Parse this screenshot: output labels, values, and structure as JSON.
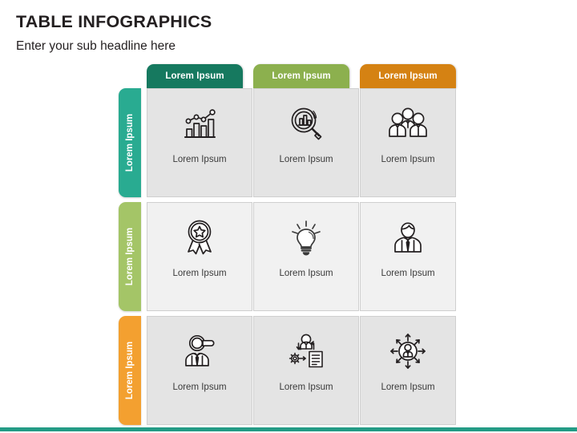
{
  "slide": {
    "title": "TABLE INFOGRAPHICS",
    "subtitle": "Enter your sub headline here",
    "background_color": "#ffffff",
    "footer_bar_color": "#239b85"
  },
  "table": {
    "column_headers": [
      {
        "label": "Lorem Ipsum",
        "color": "#16795f"
      },
      {
        "label": "Lorem Ipsum",
        "color": "#8cb04e"
      },
      {
        "label": "Lorem Ipsum",
        "color": "#d58213"
      }
    ],
    "row_headers": [
      {
        "label": "Lorem Ipsum",
        "color": "#29ab91"
      },
      {
        "label": "Lorem Ipsum",
        "color": "#a4c567"
      },
      {
        "label": "Lorem Ipsum",
        "color": "#f3a030"
      }
    ],
    "cell_background": "#e4e4e4",
    "cell_background_alt": "#f1f1f1",
    "cell_border_color": "#cfcfcf",
    "icon_color": "#231f20",
    "rows": [
      {
        "cells": [
          {
            "icon": "bar-chart-growth-icon",
            "label": "Lorem Ipsum"
          },
          {
            "icon": "magnifier-bar-chart-icon",
            "label": "Lorem Ipsum"
          },
          {
            "icon": "team-group-icon",
            "label": "Lorem Ipsum"
          }
        ]
      },
      {
        "cells": [
          {
            "icon": "award-ribbon-star-icon",
            "label": "Lorem Ipsum"
          },
          {
            "icon": "lightbulb-idea-icon",
            "label": "Lorem Ipsum"
          },
          {
            "icon": "businessperson-icon",
            "label": "Lorem Ipsum"
          }
        ]
      },
      {
        "cells": [
          {
            "icon": "person-search-recruit-icon",
            "label": "Lorem Ipsum"
          },
          {
            "icon": "process-gear-document-icon",
            "label": "Lorem Ipsum"
          },
          {
            "icon": "person-network-arrows-icon",
            "label": "Lorem Ipsum"
          }
        ]
      }
    ]
  }
}
